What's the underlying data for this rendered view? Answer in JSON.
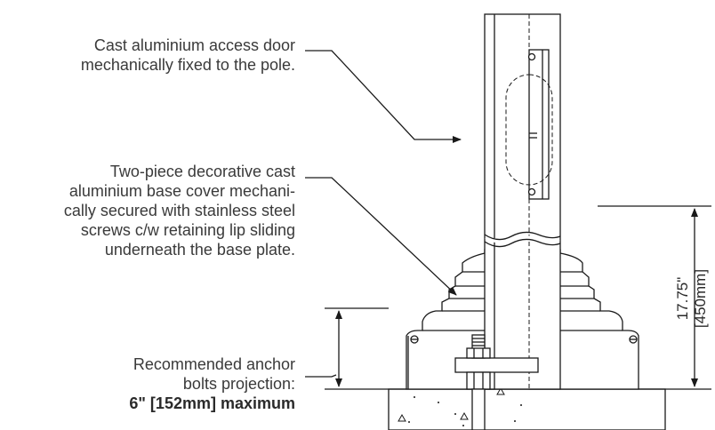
{
  "callouts": {
    "access_door": {
      "lines": [
        "Cast aluminium access door",
        "mechanically fixed to the pole."
      ]
    },
    "base_cover": {
      "lines": [
        "Two-piece decorative cast",
        "aluminium base cover mechani-",
        "cally secured with stainless steel",
        "screws c/w retaining lip sliding",
        "underneath the base plate."
      ]
    },
    "anchor_bolts": {
      "lines": [
        "Recommended anchor",
        "bolts projection:"
      ],
      "emphasis": "6\" [152mm] maximum"
    }
  },
  "dimension": {
    "imperial": "17.75\"",
    "metric": "[450mm]"
  },
  "colors": {
    "line": "#1a1a1a",
    "text": "#3a3a3a"
  }
}
